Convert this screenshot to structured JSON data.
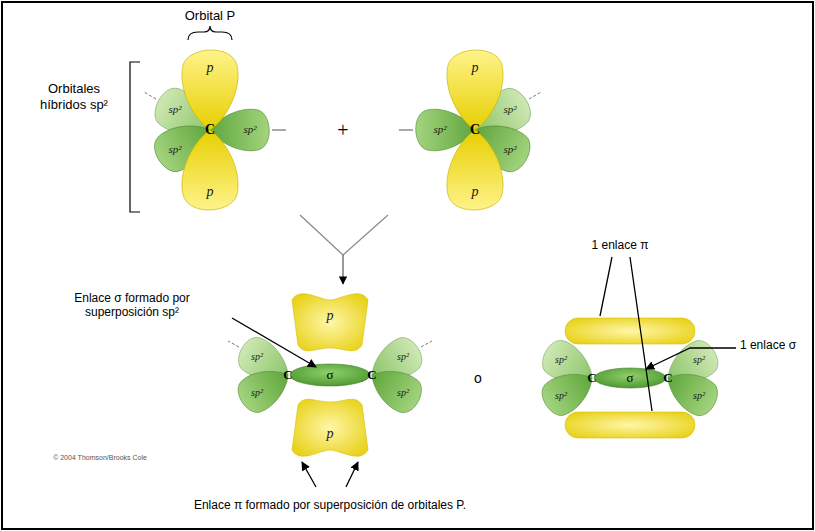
{
  "diagram": {
    "labels": [
      "Orbital P",
      "Orbitales híbridos sp²",
      "p",
      "p",
      "sp²",
      "sp²",
      "C",
      "sp²",
      "+",
      "sp²",
      "C",
      "sp²",
      "sp²",
      "p",
      "p",
      "Enlace σ formado por superposición sp²",
      "p",
      "sp²",
      "sp²",
      "C",
      "σ",
      "C",
      "sp²",
      "sp²",
      "p",
      "© 2004 Thomson/Brooks Cole",
      "o",
      "1 enlace π",
      "sp²",
      "sp²",
      "C",
      "σ",
      "C",
      "sp²",
      "sp²",
      "1 enlace σ",
      "Enlace π formado por superposición de orbitales P."
    ]
  }
}
